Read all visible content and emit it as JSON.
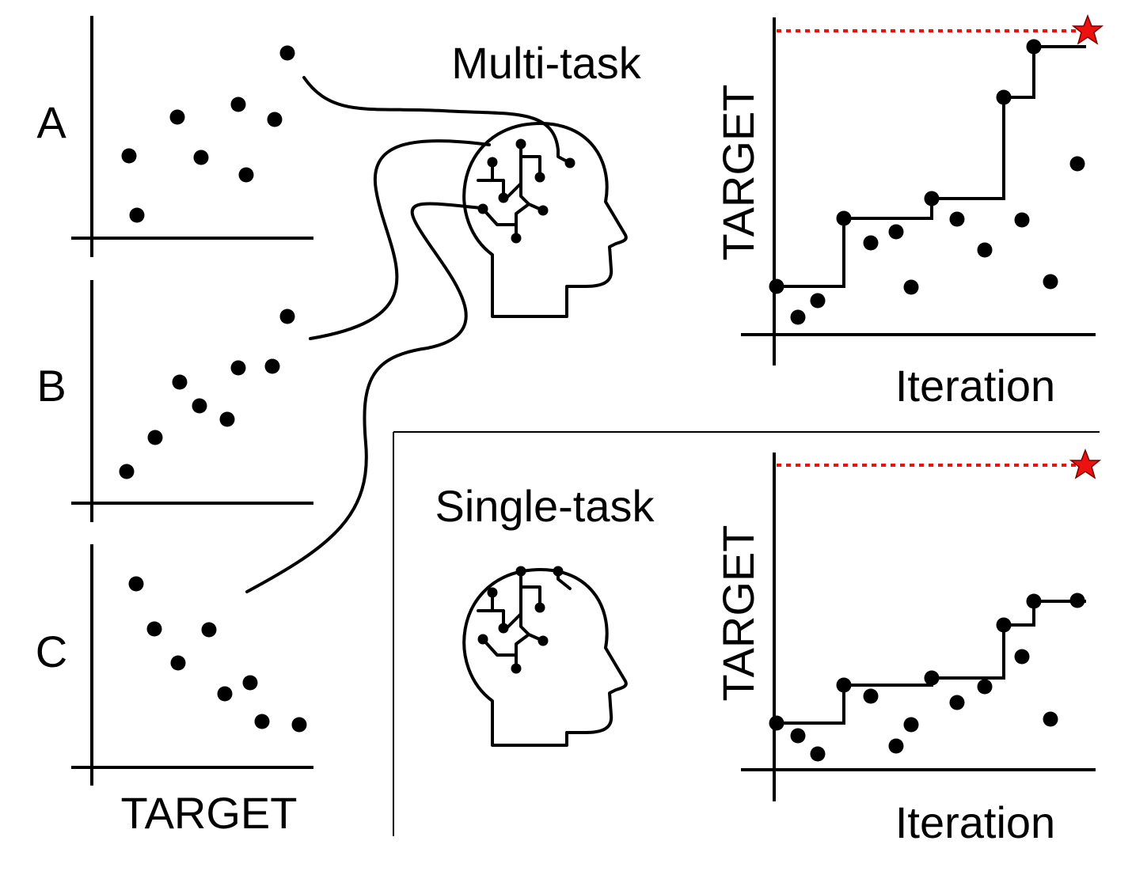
{
  "task_panels": [
    {
      "label": "A",
      "points": [
        [
          163,
          197
        ],
        [
          173,
          272
        ],
        [
          224,
          148
        ],
        [
          254,
          199
        ],
        [
          301,
          132
        ],
        [
          311,
          221
        ],
        [
          347,
          151
        ],
        [
          363,
          67
        ]
      ]
    },
    {
      "label": "B",
      "points": [
        [
          160,
          596
        ],
        [
          196,
          553
        ],
        [
          227,
          483
        ],
        [
          252,
          513
        ],
        [
          287,
          530
        ],
        [
          301,
          465
        ],
        [
          344,
          463
        ],
        [
          363,
          400
        ]
      ]
    },
    {
      "label": "C",
      "points": [
        [
          172,
          738
        ],
        [
          195,
          795
        ],
        [
          225,
          838
        ],
        [
          264,
          796
        ],
        [
          284,
          877
        ],
        [
          316,
          863
        ],
        [
          331,
          912
        ],
        [
          378,
          916
        ]
      ]
    }
  ],
  "task_x_label": "TARGET",
  "multi_task": {
    "title": "Multi-task",
    "y_label": "TARGET",
    "x_label": "Iteration",
    "points": [
      [
        981,
        362
      ],
      [
        1008,
        401
      ],
      [
        1033,
        380
      ],
      [
        1066,
        276
      ],
      [
        1100,
        307
      ],
      [
        1132,
        293
      ],
      [
        1151,
        363
      ],
      [
        1177,
        251
      ],
      [
        1209,
        277
      ],
      [
        1244,
        316
      ],
      [
        1268,
        123
      ],
      [
        1291,
        278
      ],
      [
        1306,
        59
      ],
      [
        1327,
        356
      ],
      [
        1361,
        207
      ]
    ],
    "best_so_far_step": [
      [
        981,
        362
      ],
      [
        1066,
        276
      ],
      [
        1177,
        251
      ],
      [
        1268,
        123
      ],
      [
        1306,
        59
      ],
      [
        1372,
        59
      ]
    ]
  },
  "single_task": {
    "title": "Single-task",
    "y_label": "TARGET",
    "x_label": "Iteration",
    "points": [
      [
        981,
        914
      ],
      [
        1008,
        930
      ],
      [
        1033,
        953
      ],
      [
        1066,
        866
      ],
      [
        1100,
        880
      ],
      [
        1132,
        943
      ],
      [
        1151,
        916
      ],
      [
        1177,
        857
      ],
      [
        1209,
        888
      ],
      [
        1244,
        868
      ],
      [
        1268,
        790
      ],
      [
        1291,
        830
      ],
      [
        1306,
        760
      ],
      [
        1327,
        909
      ],
      [
        1361,
        759
      ]
    ],
    "best_so_far_step": [
      [
        981,
        914
      ],
      [
        1066,
        866
      ],
      [
        1177,
        857
      ],
      [
        1268,
        790
      ],
      [
        1306,
        760
      ],
      [
        1372,
        760
      ]
    ]
  },
  "colors": {
    "target_star": "#ee1111",
    "ink": "#000000"
  }
}
